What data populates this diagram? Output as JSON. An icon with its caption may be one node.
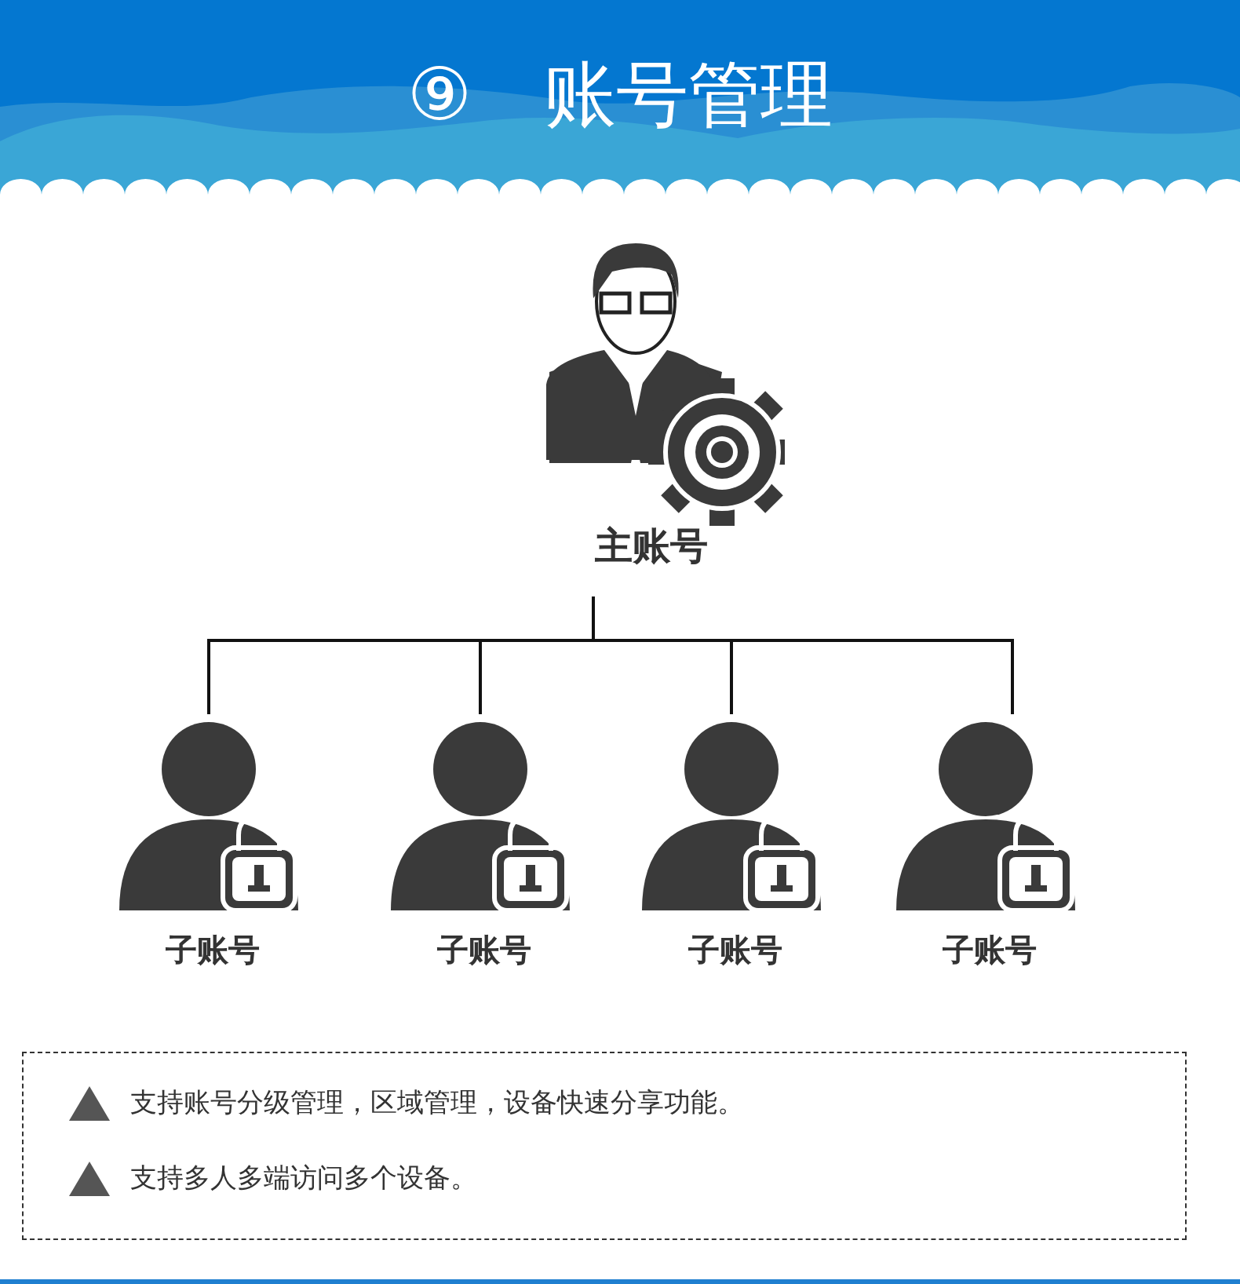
{
  "diagram": {
    "title": "⑨　账号管理",
    "nodes": [
      {
        "text": [
          "主账号"
        ]
      },
      {
        "text": [
          "子账号"
        ]
      },
      {
        "text": [
          "子账号"
        ]
      },
      {
        "text": [
          "子账号"
        ]
      },
      {
        "text": [
          "子账号"
        ]
      },
      {
        "text": [
          "支持账号分级管理，区域管理，设备快速分享功能。",
          "支持多人多端访问多个设备。"
        ]
      }
    ],
    "edges": [
      {
        "from": 0,
        "to": 1,
        "arrow": "none"
      },
      {
        "from": 0,
        "to": 2,
        "arrow": "none"
      },
      {
        "from": 0,
        "to": 3,
        "arrow": "none"
      },
      {
        "from": 0,
        "to": 4,
        "arrow": "none"
      }
    ]
  }
}
